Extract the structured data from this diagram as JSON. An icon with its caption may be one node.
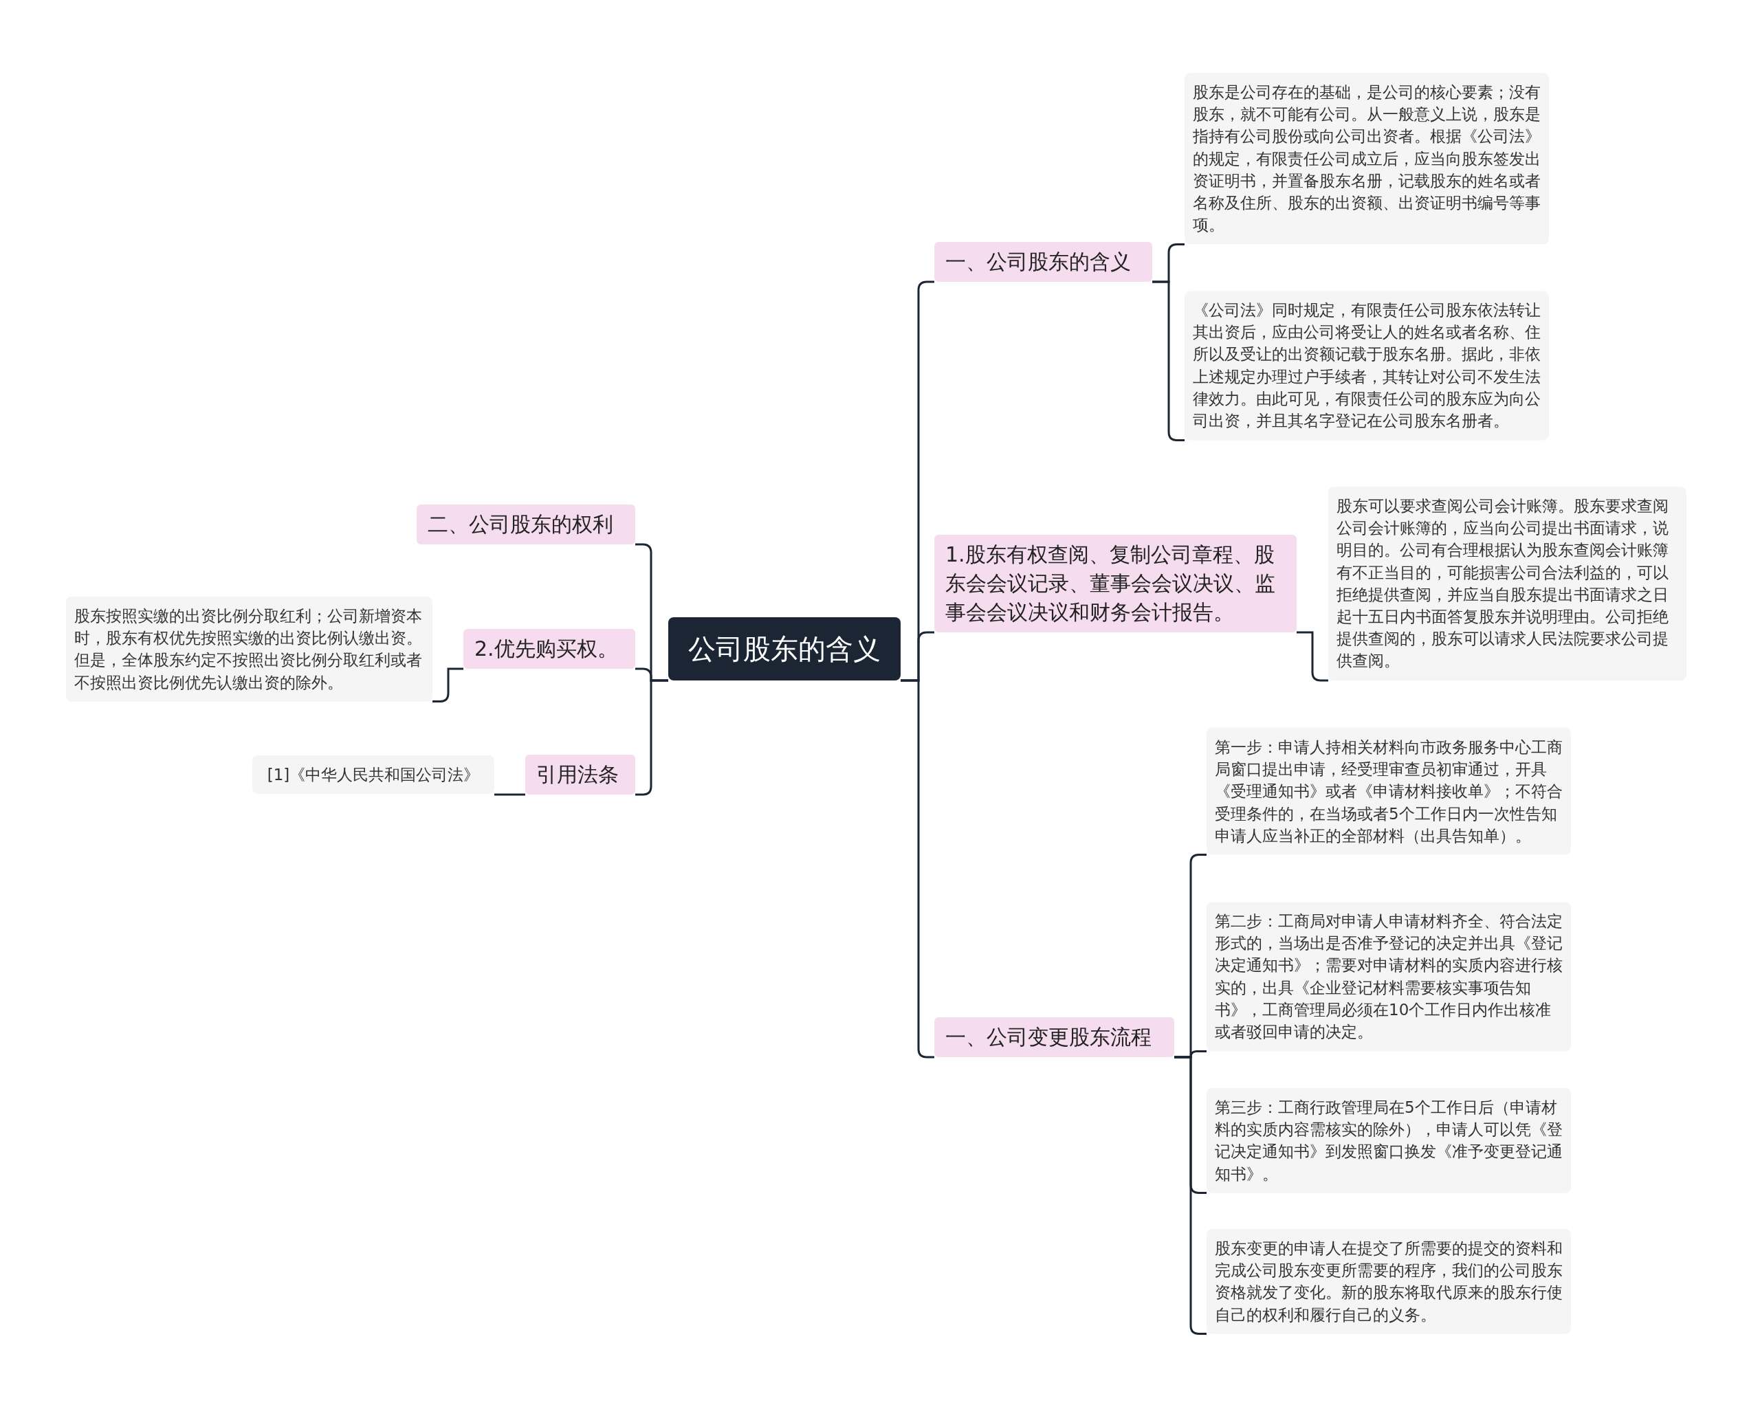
{
  "diagram": {
    "nodes": [
      {
        "text": [
          "公司股东的含义"
        ]
      },
      {
        "text": [
          "一、公司股东的含义"
        ]
      },
      {
        "text": [
          "股东是公司存在的基础，是公司的核心要素；没有股东，就不可能有公司。从一般意义上说，股东是指持有公司股份或向公司出资者。根据《公司法》的规定，有限责任公司成立后，应当向股东签发出资证明书，并置备股东名册，记载股东的姓名或者名称及住所、股东的出资额、出资证明书编号等事项。"
        ]
      },
      {
        "text": [
          "《公司法》同时规定，有限责任公司股东依法转让其出资后，应由公司将受让人的姓名或者名称、住所以及受让的出资额记载于股东名册。据此，非依上述规定办理过户手续者，其转让对公司不发生法律效力。由此可见，有限责任公司的股东应为向公司出资，并且其名字登记在公司股东名册者。"
        ]
      },
      {
        "text": [
          "1.股东有权查阅、复制公司章程、股东会会议记录、董事会会议决议、监事会会议决议和财务会计报告。"
        ]
      },
      {
        "text": [
          "股东可以要求查阅公司会计账簿。股东要求查阅公司会计账簿的，应当向公司提出书面请求，说明目的。公司有合理根据认为股东查阅会计账簿有不正当目的，可能损害公司合法利益的，可以拒绝提供查阅，并应当自股东提出书面请求之日起十五日内书面答复股东并说明理由。公司拒绝提供查阅的，股东可以请求人民法院要求公司提供查阅。"
        ]
      },
      {
        "text": [
          "一、公司变更股东流程"
        ]
      },
      {
        "text": [
          "第一步：申请人持相关材料向市政务服务中心工商局窗口提出申请，经受理审查员初审通过，开具《受理通知书》或者《申请材料接收单》；不符合受理条件的，在当场或者5个工作日内一次性告知申请人应当补正的全部材料（出具告知单）。"
        ]
      },
      {
        "text": [
          "第二步：工商局对申请人申请材料齐全、符合法定形式的，当场出是否准予登记的决定并出具《登记决定通知书》；需要对申请材料的实质内容进行核实的，出具《企业登记材料需要核实事项告知书》，工商管理局必须在10个工作日内作出核准或者驳回申请的决定。"
        ]
      },
      {
        "text": [
          "第三步：工商行政管理局在5个工作日后（申请材料的实质内容需核实的除外），申请人可以凭《登记决定通知书》到发照窗口换发《准予变更登记通知书》。"
        ]
      },
      {
        "text": [
          "股东变更的申请人在提交了所需要的提交的资料和完成公司股东变更所需要的程序，我们的公司股东资格就发了变化。新的股东将取代原来的股东行使自己的权利和履行自己的义务。"
        ]
      },
      {
        "text": [
          "二、公司股东的权利"
        ]
      },
      {
        "text": [
          "2.优先购买权。"
        ]
      },
      {
        "text": [
          "股东按照实缴的出资比例分取红利；公司新增资本时，股东有权优先按照实缴的出资比例认缴出资。但是，全体股东约定不按照出资比例分取红利或者不按照出资比例优先认缴出资的除外。"
        ]
      },
      {
        "text": [
          "引用法条"
        ]
      },
      {
        "text": [
          "[1]《中华人民共和国公司法》"
        ]
      }
    ],
    "edges": [
      {
        "from": 0,
        "to": 1,
        "arrow": "none"
      },
      {
        "from": 0,
        "to": 4,
        "arrow": "none"
      },
      {
        "from": 0,
        "to": 6,
        "arrow": "none"
      },
      {
        "from": 1,
        "to": 2,
        "arrow": "none"
      },
      {
        "from": 1,
        "to": 3,
        "arrow": "none"
      },
      {
        "from": 4,
        "to": 5,
        "arrow": "none"
      },
      {
        "from": 6,
        "to": 7,
        "arrow": "none"
      },
      {
        "from": 6,
        "to": 8,
        "arrow": "none"
      },
      {
        "from": 6,
        "to": 9,
        "arrow": "none"
      },
      {
        "from": 6,
        "to": 10,
        "arrow": "none"
      },
      {
        "from": 0,
        "to": 11,
        "arrow": "none"
      },
      {
        "from": 0,
        "to": 12,
        "arrow": "none"
      },
      {
        "from": 0,
        "to": 14,
        "arrow": "none"
      },
      {
        "from": 12,
        "to": 13,
        "arrow": "none"
      },
      {
        "from": 14,
        "to": 15,
        "arrow": "none"
      }
    ]
  }
}
